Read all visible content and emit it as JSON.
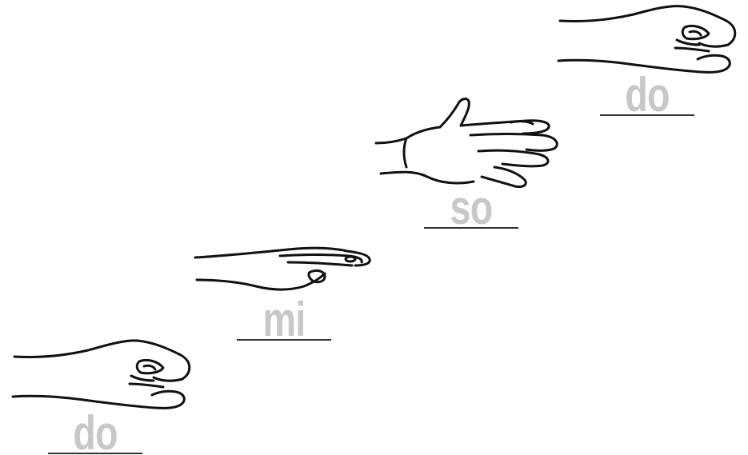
{
  "steps": [
    {
      "syllable": "do",
      "hand_sign": "fist-hand-sign"
    },
    {
      "syllable": "mi",
      "hand_sign": "flat-hand-sign"
    },
    {
      "syllable": "so",
      "hand_sign": "open-hand-sign"
    },
    {
      "syllable": "do",
      "hand_sign": "fist-hand-sign"
    }
  ],
  "colors": {
    "syllable_text": "#c8c8c8",
    "line_art": "#111111",
    "underline": "#333333"
  }
}
